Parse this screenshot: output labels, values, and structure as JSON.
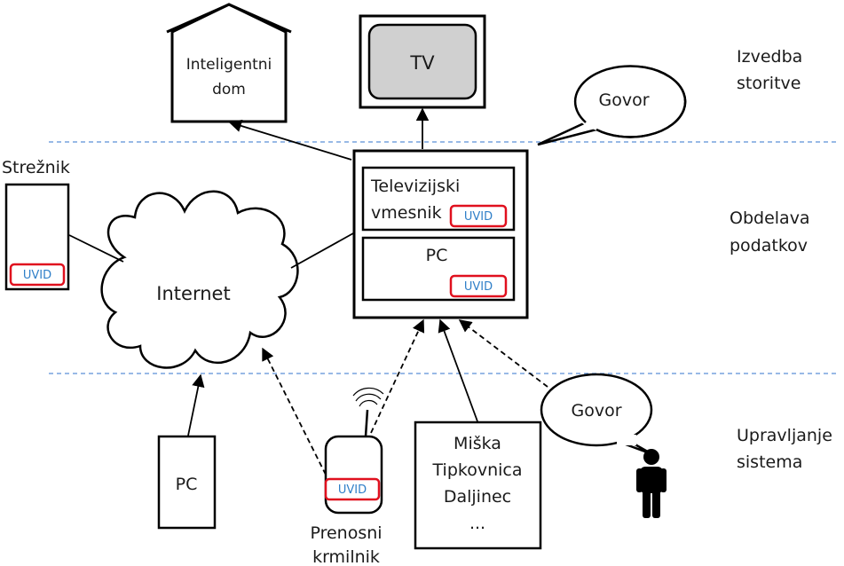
{
  "layers": {
    "top": [
      "Izvedba",
      "storitve"
    ],
    "middle": [
      "Obdelava",
      "podatkov"
    ],
    "bottom": [
      "Upravljanje",
      "sistema"
    ]
  },
  "nodes": {
    "smart_home": [
      "Inteligentni",
      "dom"
    ],
    "tv": "TV",
    "speech_out": "Govor",
    "server": "Strežnik",
    "internet": "Internet",
    "set_top_box": [
      "Televizijski",
      "vmesnik"
    ],
    "hub_pc": "PC",
    "bottom_pc": "PC",
    "handheld": [
      "Prenosni",
      "krmilnik"
    ],
    "inputs": [
      "Miška",
      "Tipkovnica",
      "Daljinec",
      "..."
    ],
    "speech_in": "Govor"
  },
  "badge_label": "UVID",
  "colors": {
    "stroke": "#000000",
    "badge_border": "#e0101e",
    "badge_text": "#2f7fc8",
    "divider": "#5b8fd6",
    "tv_screen": "#d0d0d0"
  }
}
